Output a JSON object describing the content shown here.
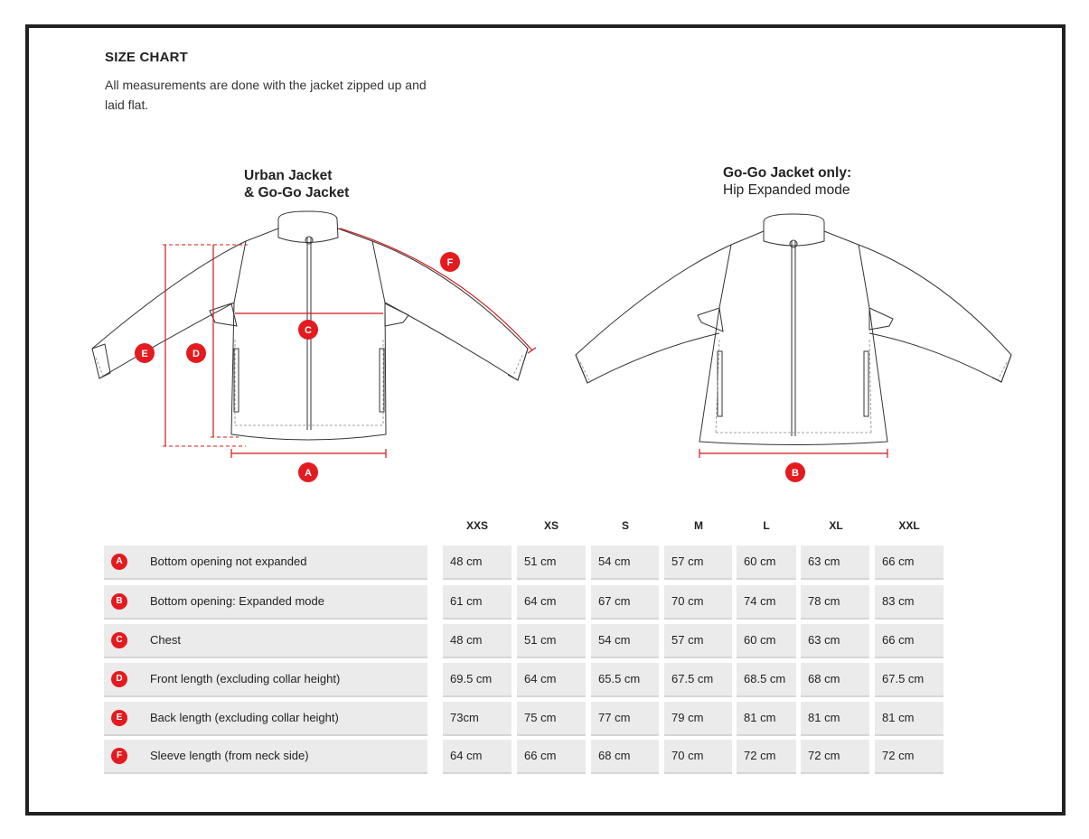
{
  "header": {
    "title": "SIZE CHART",
    "intro": "All measurements are done with the jacket zipped up and laid flat."
  },
  "diagram_left": {
    "caption_line1": "Urban Jacket",
    "caption_line2": "& Go-Go Jacket",
    "markers": [
      "A",
      "C",
      "D",
      "E",
      "F"
    ]
  },
  "diagram_right": {
    "caption_line1": "Go-Go Jacket only:",
    "caption_line2": "Hip Expanded mode",
    "markers": [
      "B"
    ]
  },
  "accent_color": "#e31b1f",
  "table": {
    "sizes": [
      "XXS",
      "XS",
      "S",
      "M",
      "L",
      "XL",
      "XXL"
    ],
    "rows": [
      {
        "key": "A",
        "label": "Bottom opening not expanded",
        "values": [
          "48 cm",
          "51 cm",
          "54 cm",
          "57 cm",
          "60 cm",
          "63 cm",
          "66 cm"
        ]
      },
      {
        "key": "B",
        "label": "Bottom opening: Expanded mode",
        "values": [
          "61 cm",
          "64 cm",
          "67 cm",
          "70 cm",
          "74 cm",
          "78 cm",
          "83 cm"
        ]
      },
      {
        "key": "C",
        "label": "Chest",
        "values": [
          "48 cm",
          "51 cm",
          "54 cm",
          "57 cm",
          "60 cm",
          "63 cm",
          "66 cm"
        ]
      },
      {
        "key": "D",
        "label": "Front length (excluding collar height)",
        "values": [
          "69.5 cm",
          "64 cm",
          "65.5 cm",
          "67.5 cm",
          "68.5 cm",
          "68 cm",
          "67.5 cm"
        ]
      },
      {
        "key": "E",
        "label": "Back length (excluding collar height)",
        "values": [
          "73cm",
          "75 cm",
          "77 cm",
          "79 cm",
          "81 cm",
          "81 cm",
          "81 cm"
        ]
      },
      {
        "key": "F",
        "label": "Sleeve length (from neck side)",
        "values": [
          "64 cm",
          "66 cm",
          "68 cm",
          "70 cm",
          "72 cm",
          "72 cm",
          "72 cm"
        ]
      }
    ]
  }
}
